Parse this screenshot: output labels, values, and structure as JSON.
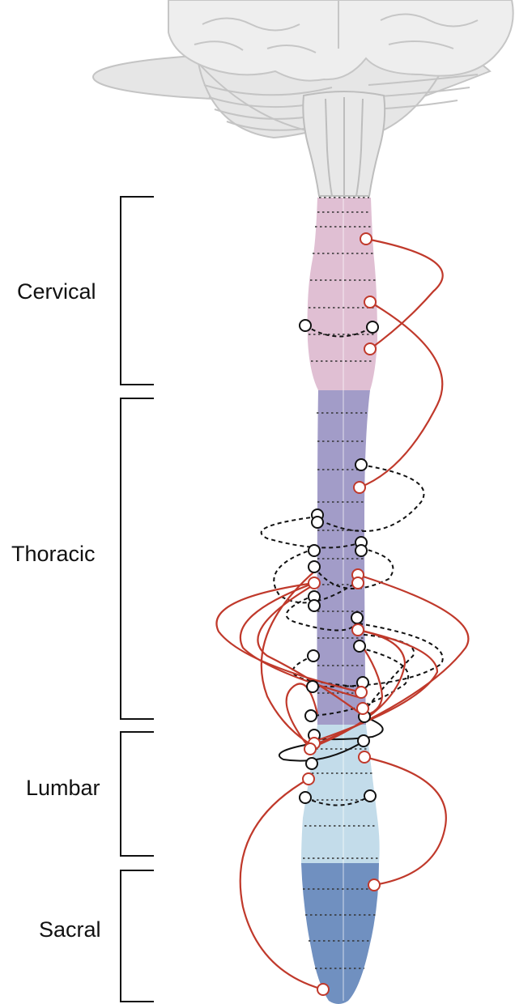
{
  "regions": [
    {
      "name": "Cervical",
      "color": "#e0bfd3"
    },
    {
      "name": "Thoracic",
      "color": "#a29cc8"
    },
    {
      "name": "Lumbar",
      "color": "#c3dcea"
    },
    {
      "name": "Sacral",
      "color": "#7090c0"
    }
  ],
  "colors": {
    "connection_red": "#c0392b",
    "connection_black": "#111111",
    "brain_fill": "#ececec",
    "brain_stroke": "#c8c8c8",
    "bracket": "#111111"
  },
  "icons": {
    "brain": "brain-illustration",
    "spinal_cord": "spinal-cord-illustration"
  }
}
